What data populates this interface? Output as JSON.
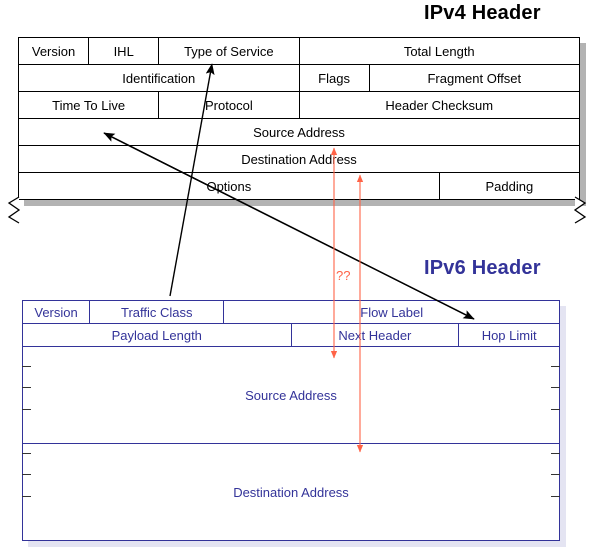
{
  "titles": {
    "ipv4": "IPv4 Header",
    "ipv6": "IPv6 Header"
  },
  "annotations": {
    "question_marks": "??"
  },
  "colors": {
    "ipv4_border": "#000000",
    "ipv4_text": "#000000",
    "ipv6_border": "#333399",
    "ipv6_text": "#333399",
    "ipv6_title": "#333399",
    "mapping_arrow": "#000000",
    "address_arrow": "#ff6347",
    "question_mark": "#ff6347",
    "ipv4_shadow": "#b3b3b3",
    "ipv6_shadow": "#e4e4f2",
    "background": "#ffffff"
  },
  "ipv4_header": {
    "rows": [
      {
        "cells": [
          {
            "label": "Version",
            "span": 2
          },
          {
            "label": "IHL",
            "span": 2
          },
          {
            "label": "Type of Service",
            "span": 4
          },
          {
            "label": "Total Length",
            "span": 8
          }
        ]
      },
      {
        "cells": [
          {
            "label": "Identification",
            "span": 8
          },
          {
            "label": "Flags",
            "span": 2
          },
          {
            "label": "Fragment Offset",
            "span": 6
          }
        ]
      },
      {
        "cells": [
          {
            "label": "Time To Live",
            "span": 4
          },
          {
            "label": "Protocol",
            "span": 4
          },
          {
            "label": "Header Checksum",
            "span": 8
          }
        ]
      },
      {
        "cells": [
          {
            "label": "Source Address",
            "span": 16
          }
        ]
      },
      {
        "cells": [
          {
            "label": "Destination Address",
            "span": 16
          }
        ]
      },
      {
        "cells": [
          {
            "label": "Options",
            "span": 12
          },
          {
            "label": "Padding",
            "span": 4
          }
        ]
      }
    ]
  },
  "ipv6_header": {
    "rows": [
      {
        "cells": [
          {
            "label": "Version",
            "span": 2
          },
          {
            "label": "Traffic Class",
            "span": 4
          },
          {
            "label": "Flow Label",
            "span": 10
          }
        ]
      },
      {
        "cells": [
          {
            "label": "Payload Length",
            "span": 8
          },
          {
            "label": "Next Header",
            "span": 5
          },
          {
            "label": "Hop Limit",
            "span": 3
          }
        ]
      },
      {
        "cells": [
          {
            "label": "Source Address",
            "span": 16
          }
        ]
      },
      {
        "cells": [
          {
            "label": "Destination Address",
            "span": 16
          }
        ]
      }
    ]
  }
}
